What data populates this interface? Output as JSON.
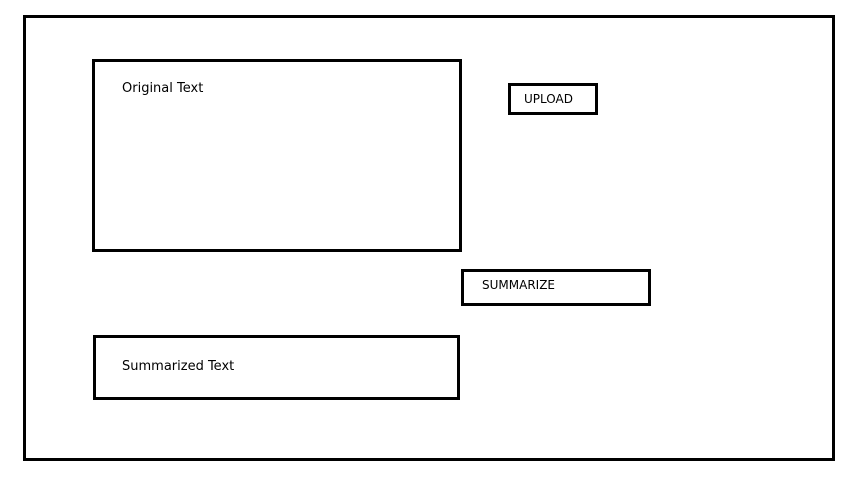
{
  "original_panel": {
    "label": "Original Text"
  },
  "upload_button": {
    "label": "UPLOAD"
  },
  "summarize_button": {
    "label": "SUMMARIZE"
  },
  "summarized_panel": {
    "label": "Summarized Text"
  }
}
